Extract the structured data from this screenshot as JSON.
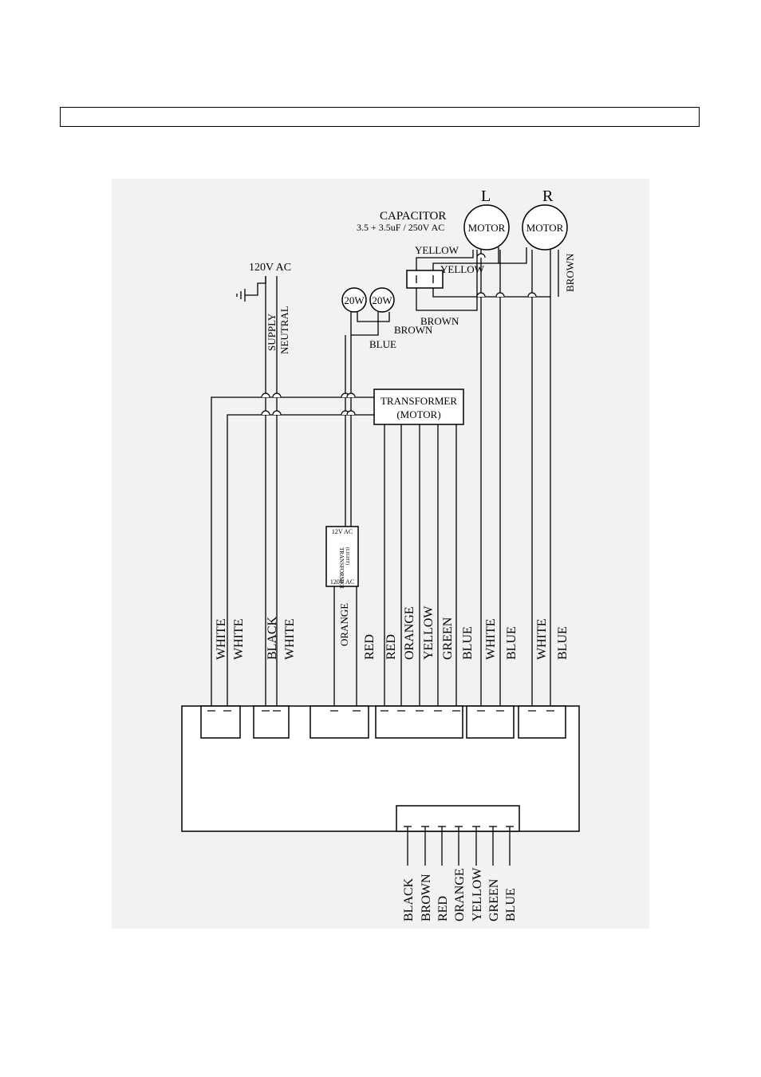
{
  "header": {
    "text": ""
  },
  "diagram": {
    "supply": {
      "voltage": "120V AC",
      "supply_label": "SUPPLY",
      "neutral_label": "NEUTRAL"
    },
    "capacitor": {
      "title": "CAPACITOR",
      "rating": "3.5 + 3.5uF / 250V AC"
    },
    "motors": [
      {
        "side": "L",
        "label": "MOTOR"
      },
      {
        "side": "R",
        "label": "MOTOR"
      }
    ],
    "capacitor_wires": {
      "yellow_1": "YELLOW",
      "yellow_2": "YELLOW",
      "brown_1": "BROWN",
      "brown_right": "BROWN"
    },
    "lamps": [
      {
        "label": "20W"
      },
      {
        "label": "20W"
      }
    ],
    "lamp_wires": {
      "brown": "BROWN",
      "blue": "BLUE"
    },
    "motor_transformer": {
      "line1": "TRANSFORMER",
      "line2": "(MOTOR)"
    },
    "light_transformer": {
      "top": "12V AC",
      "name": "TRANSFORMER",
      "sub": "(LIGHT)",
      "bottom": "120V AC"
    },
    "terminal_wires": [
      "WHITE",
      "WHITE",
      "BLACK",
      "WHITE",
      "ORANGE",
      "RED",
      "RED",
      "ORANGE",
      "YELLOW",
      "GREEN",
      "BLUE",
      "WHITE",
      "BLUE",
      "WHITE",
      "BLUE"
    ],
    "switch_wires": [
      "BLACK",
      "BROWN",
      "RED",
      "ORANGE",
      "YELLOW",
      "GREEN",
      "BLUE"
    ]
  }
}
